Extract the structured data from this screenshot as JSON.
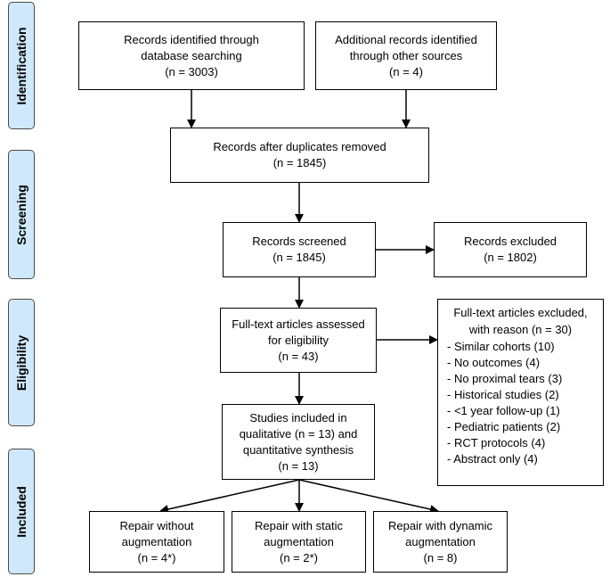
{
  "phases": {
    "identification": "Identification",
    "screening": "Screening",
    "eligibility": "Eligibility",
    "included": "Included"
  },
  "boxes": {
    "database": [
      "Records identified through",
      "database searching",
      "(n = 3003)"
    ],
    "other_sources": [
      "Additional records identified",
      "through other sources",
      "(n = 4)"
    ],
    "after_duplicates": [
      "Records after duplicates removed",
      "(n = 1845)"
    ],
    "screened": [
      "Records screened",
      "(n = 1845)"
    ],
    "excluded": [
      "Records excluded",
      "(n = 1802)"
    ],
    "fulltext": [
      "Full-text articles assessed",
      "for eligibility",
      "(n = 43)"
    ],
    "fulltext_excluded": {
      "header": [
        "Full-text articles excluded,",
        "with reason (n = 30)"
      ],
      "reasons": [
        "- Similar cohorts (10)",
        "- No outcomes (4)",
        "- No proximal tears (3)",
        "- Historical studies (2)",
        "- <1 year follow-up (1)",
        "- Pediatric patients (2)",
        "- RCT protocols (4)",
        "- Abstract only (4)"
      ]
    },
    "included_studies": [
      "Studies included in",
      "qualitative (n = 13) and",
      "quantitative synthesis",
      "(n = 13)"
    ],
    "repair_without": [
      "Repair without",
      "augmentation",
      "(n = 4*)"
    ],
    "repair_static": [
      "Repair with static",
      "augmentation",
      "(n = 2*)"
    ],
    "repair_dynamic": [
      "Repair with dynamic",
      "augmentation",
      "(n = 8)"
    ]
  },
  "colors": {
    "phase_fill": "#cfe8fb",
    "phase_border": "#4a4a4a",
    "box_border": "#000000"
  }
}
